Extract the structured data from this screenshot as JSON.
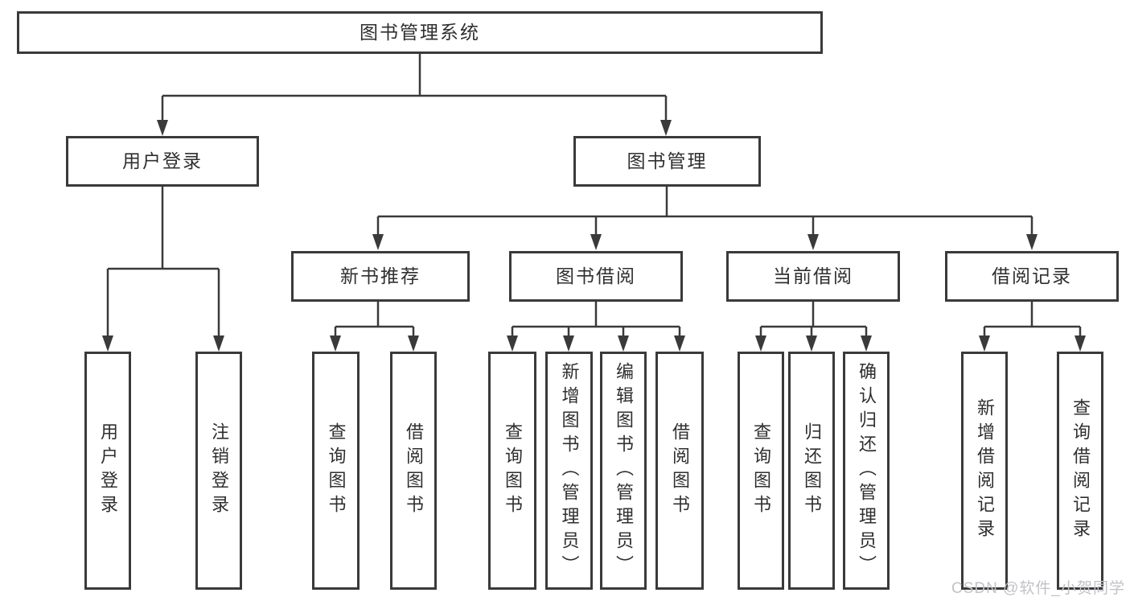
{
  "diagram": {
    "title": "图书管理系统",
    "nodes": {
      "root": "图书管理系统",
      "user_login": "用户登录",
      "book_mgmt": "图书管理",
      "new_book_rec": "新书推荐",
      "book_borrow": "图书借阅",
      "current_borrow": "当前借阅",
      "borrow_record": "借阅记录",
      "leaf_user_login": "用户登录",
      "leaf_logout": "注销登录",
      "leaf_query_book_1": "查询图书",
      "leaf_borrow_book_1": "借阅图书",
      "leaf_query_book_2": "查询图书",
      "leaf_add_book": "新增图书（管理员）",
      "leaf_edit_book": "编辑图书（管理员）",
      "leaf_borrow_book_2": "借阅图书",
      "leaf_query_book_3": "查询图书",
      "leaf_return_book": "归还图书",
      "leaf_confirm_return": "确认归还（管理员）",
      "leaf_add_record": "新增借阅记录",
      "leaf_query_record": "查询借阅记录"
    },
    "colors": {
      "line": "#3a3a3a",
      "box_border": "#3a3a3a",
      "text": "#2f2f2f",
      "watermark": "#c2c2c8",
      "background": "#ffffff"
    }
  },
  "watermark": "CSDN @软件_小贺同学"
}
